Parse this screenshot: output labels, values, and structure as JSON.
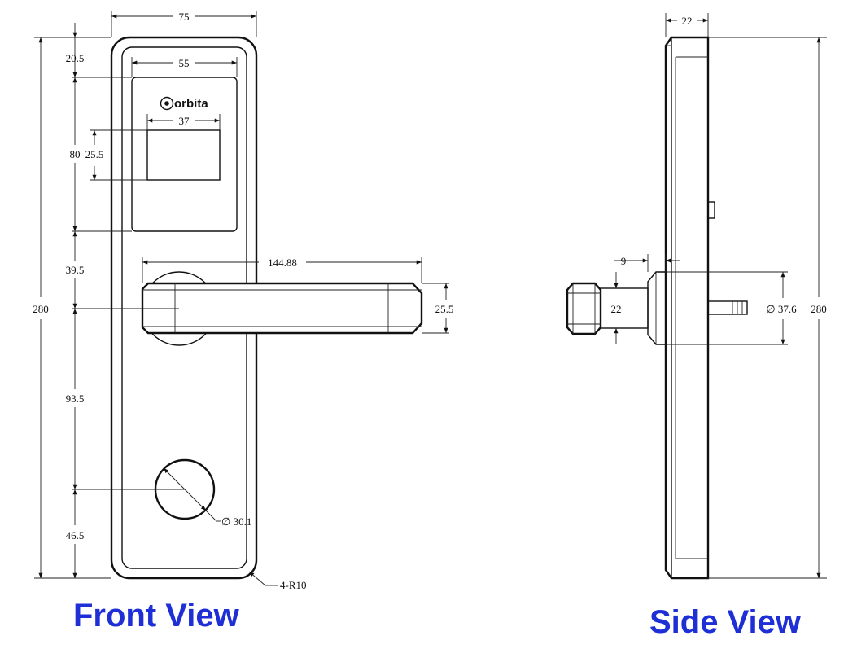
{
  "brand": "orbita",
  "captions": {
    "front": "Front View",
    "side": "Side View"
  },
  "front_dims": {
    "width": "75",
    "panel_width": "55",
    "screen_width": "37",
    "top": "20.5",
    "panel_height": "80",
    "screen_height": "25.5",
    "gap": "39.5",
    "total_height": "280",
    "lower": "93.5",
    "bottom": "46.5",
    "handle_length": "144.88",
    "handle_height": "25.5",
    "keyhole": "∅ 30.1",
    "corner_radius": "4-R10"
  },
  "side_dims": {
    "depth": "22",
    "spindle_offset": "9",
    "spindle_height": "22",
    "rose_diameter": "∅ 37.6",
    "total_height": "280"
  }
}
